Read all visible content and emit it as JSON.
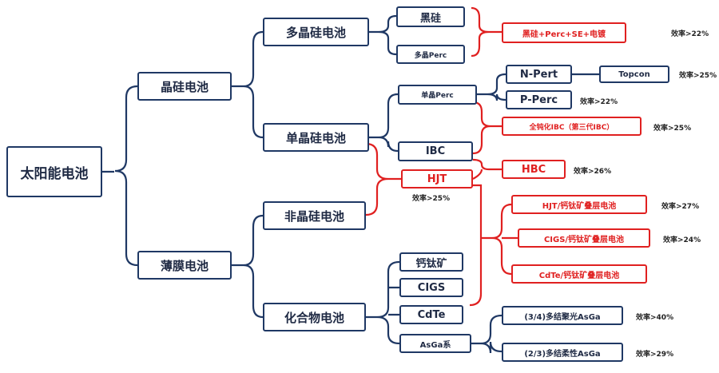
{
  "root": "太阳能电池",
  "level1": {
    "crystal": "晶硅电池",
    "thin_film": "薄膜电池"
  },
  "level2": {
    "poly": "多晶硅电池",
    "mono": "单晶硅电池",
    "amorphous": "非晶硅电池",
    "compound": "化合物电池"
  },
  "level3": {
    "black_silicon": "黑硅",
    "poly_perc": "多晶Perc",
    "mono_perc": "单晶Perc",
    "ibc": "IBC",
    "hjt": "HJT",
    "perovskite": "钙钛矿",
    "cigs": "CIGS",
    "cdte": "CdTe",
    "asga": "AsGa系"
  },
  "level4": {
    "black_si_combo": "黑硅+Perc+SE+电镀",
    "n_pert": "N-Pert",
    "topcon": "Topcon",
    "p_perc": "P-Perc",
    "full_ibc": "全钝化IBC（第三代IBC）",
    "hbc": "HBC",
    "hjt_tandem": "HJT/钙钛矿叠层电池",
    "cigs_tandem": "CIGS/钙钛矿叠层电池",
    "cdte_tandem": "CdTe/钙钛矿叠层电池",
    "asga_34": "(3/4)多结聚光AsGa",
    "asga_23": "(2/3)多结柔性AsGa"
  },
  "efficiency": {
    "black_si": "效率>22%",
    "topcon": "效率>25%",
    "p_perc": "效率>22%",
    "full_ibc": "效率>25%",
    "hbc": "效率>26%",
    "hjt": "效率>25%",
    "hjt_tandem": "效率>27%",
    "cigs_tandem": "效率>24%",
    "asga_34": "效率>40%",
    "asga_23": "效率>29%"
  },
  "colors": {
    "blue": "#1f3864",
    "red": "#e02020"
  }
}
